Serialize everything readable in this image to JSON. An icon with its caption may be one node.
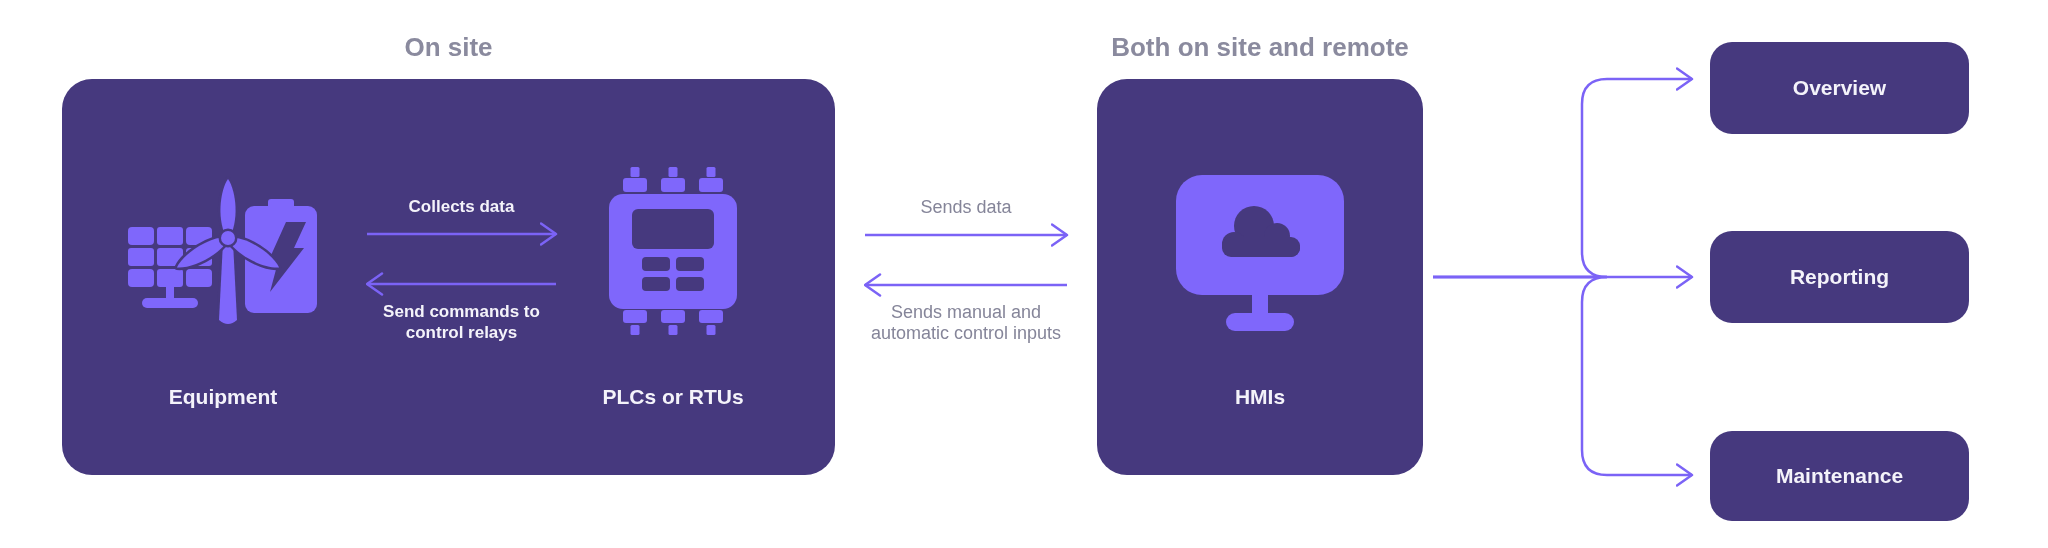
{
  "diagram": {
    "nodes": [
      {
        "text": [
          "On site"
        ]
      },
      {
        "text": [
          "Equipment"
        ],
        "in": 0
      },
      {
        "text": [
          "PLCs or RTUs"
        ],
        "in": 0
      },
      {
        "text": [
          "Both on site and remote",
          "HMIs"
        ]
      },
      {
        "text": [
          "Overview"
        ]
      },
      {
        "text": [
          "Reporting"
        ]
      },
      {
        "text": [
          "Maintenance"
        ]
      }
    ],
    "edges": [
      {
        "from": 1,
        "to": 2,
        "label": "Collects data",
        "arrow": "to"
      },
      {
        "from": 2,
        "to": 1,
        "label": "Send commands to control relays",
        "arrow": "to"
      },
      {
        "from": 0,
        "to": 3,
        "label": "Sends data",
        "arrow": "to"
      },
      {
        "from": 3,
        "to": 0,
        "label": "Sends manual and automatic control inputs",
        "arrow": "to"
      },
      {
        "from": 3,
        "to": 4,
        "arrow": "to"
      },
      {
        "from": 3,
        "to": 5,
        "arrow": "to"
      },
      {
        "from": 3,
        "to": 6,
        "arrow": "to"
      }
    ]
  }
}
